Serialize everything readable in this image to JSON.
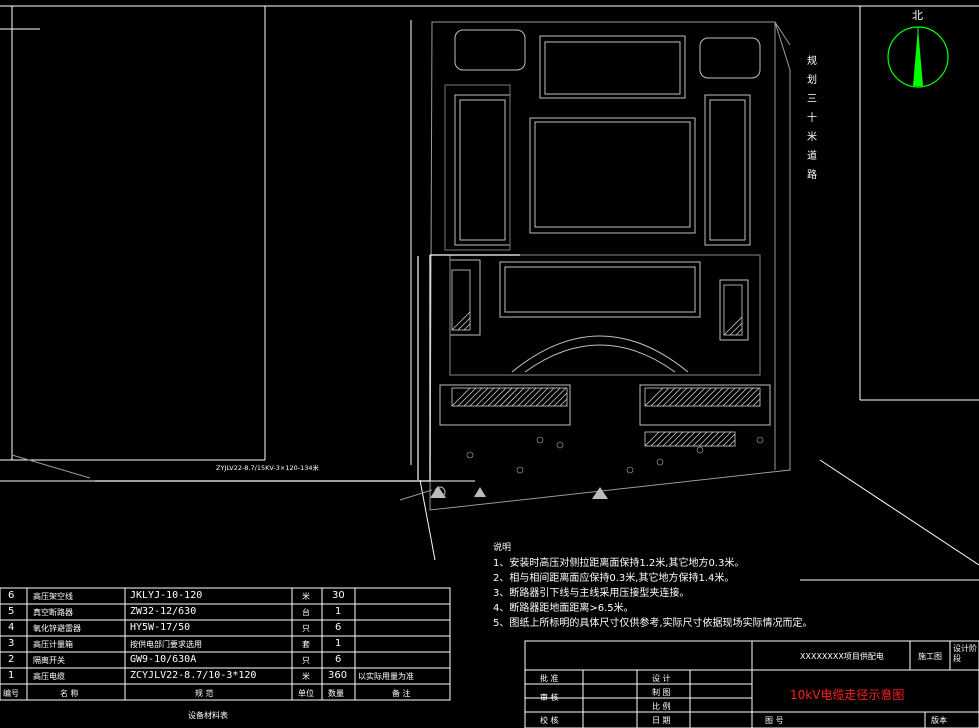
{
  "road_label": [
    "规",
    "划",
    "三",
    "十",
    "米",
    "道",
    "路"
  ],
  "north_label": "北",
  "cable_label": "ZYJLV22-8.7/15KV-3×120-134米",
  "notes": {
    "title": "说明",
    "items": [
      "1、安装时高压对侧拉距离面保持1.2米,其它地方0.3米。",
      "2、相与相间距离面应保持0.3米,其它地方保持1.4米。",
      "3、断路器引下线与主线采用压接型夹连接。",
      "4、断路器距地面距离>6.5米。",
      "5、图纸上所标明的具体尺寸仅供参考,实际尺寸依据现场实际情况而定。"
    ]
  },
  "bom": {
    "caption": "设备材料表",
    "headers": [
      "编号",
      "名 称",
      "规 范",
      "单位",
      "数量",
      "备 注"
    ],
    "rows": [
      {
        "no": "6",
        "name": "高压架空线",
        "spec": "JKLYJ-10-120",
        "unit": "米",
        "qty": "30",
        "remark": ""
      },
      {
        "no": "5",
        "name": "真空断路器",
        "spec": "ZW32-12/630",
        "unit": "台",
        "qty": "1",
        "remark": ""
      },
      {
        "no": "4",
        "name": "氧化锌避雷器",
        "spec": "HY5W-17/50",
        "unit": "只",
        "qty": "6",
        "remark": ""
      },
      {
        "no": "3",
        "name": "高压计量箱",
        "spec": "按供电部门要求选用",
        "unit": "套",
        "qty": "1",
        "remark": ""
      },
      {
        "no": "2",
        "name": "隔离开关",
        "spec": "GW9-10/630A",
        "unit": "只",
        "qty": "6",
        "remark": ""
      },
      {
        "no": "1",
        "name": "高压电缆",
        "spec": "ZCYJLV22-8.7/10-3*120",
        "unit": "米",
        "qty": "360",
        "remark": "以实际用量为准"
      }
    ]
  },
  "title_block": {
    "project": "XXXXXXXX项目供配电",
    "stage_label": "施工图",
    "stage_right": "设计阶段",
    "drawing_title": "10kV电缆走径示意图",
    "left_labels": [
      "批 准",
      "审 核",
      "校 核"
    ],
    "mid_labels": [
      "设 计",
      "制 图",
      "比 例",
      "日 期"
    ],
    "drawing_no_label": "图 号",
    "version_label": "版本"
  }
}
